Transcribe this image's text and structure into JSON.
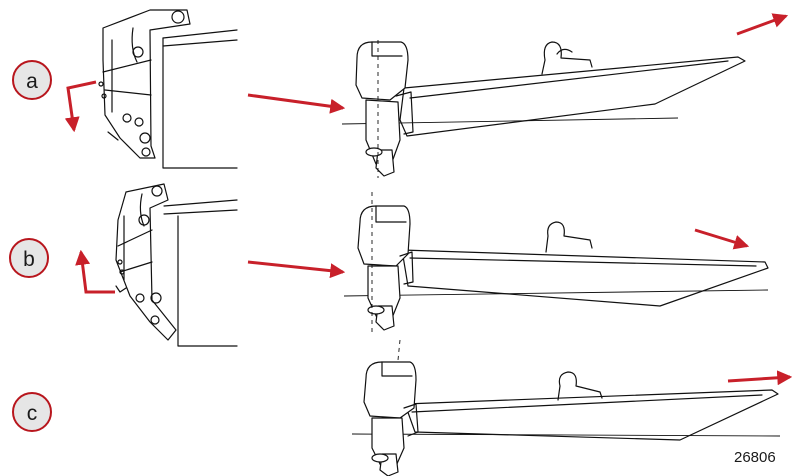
{
  "panels": [
    {
      "id": "a",
      "label": "a"
    },
    {
      "id": "b",
      "label": "b"
    },
    {
      "id": "c",
      "label": "c"
    }
  ],
  "figure_number": "26806",
  "colors": {
    "badge_fill": "#e6e6e6",
    "badge_stroke": "#b8161d",
    "arrow": "#c8202a",
    "line": "#111111"
  }
}
